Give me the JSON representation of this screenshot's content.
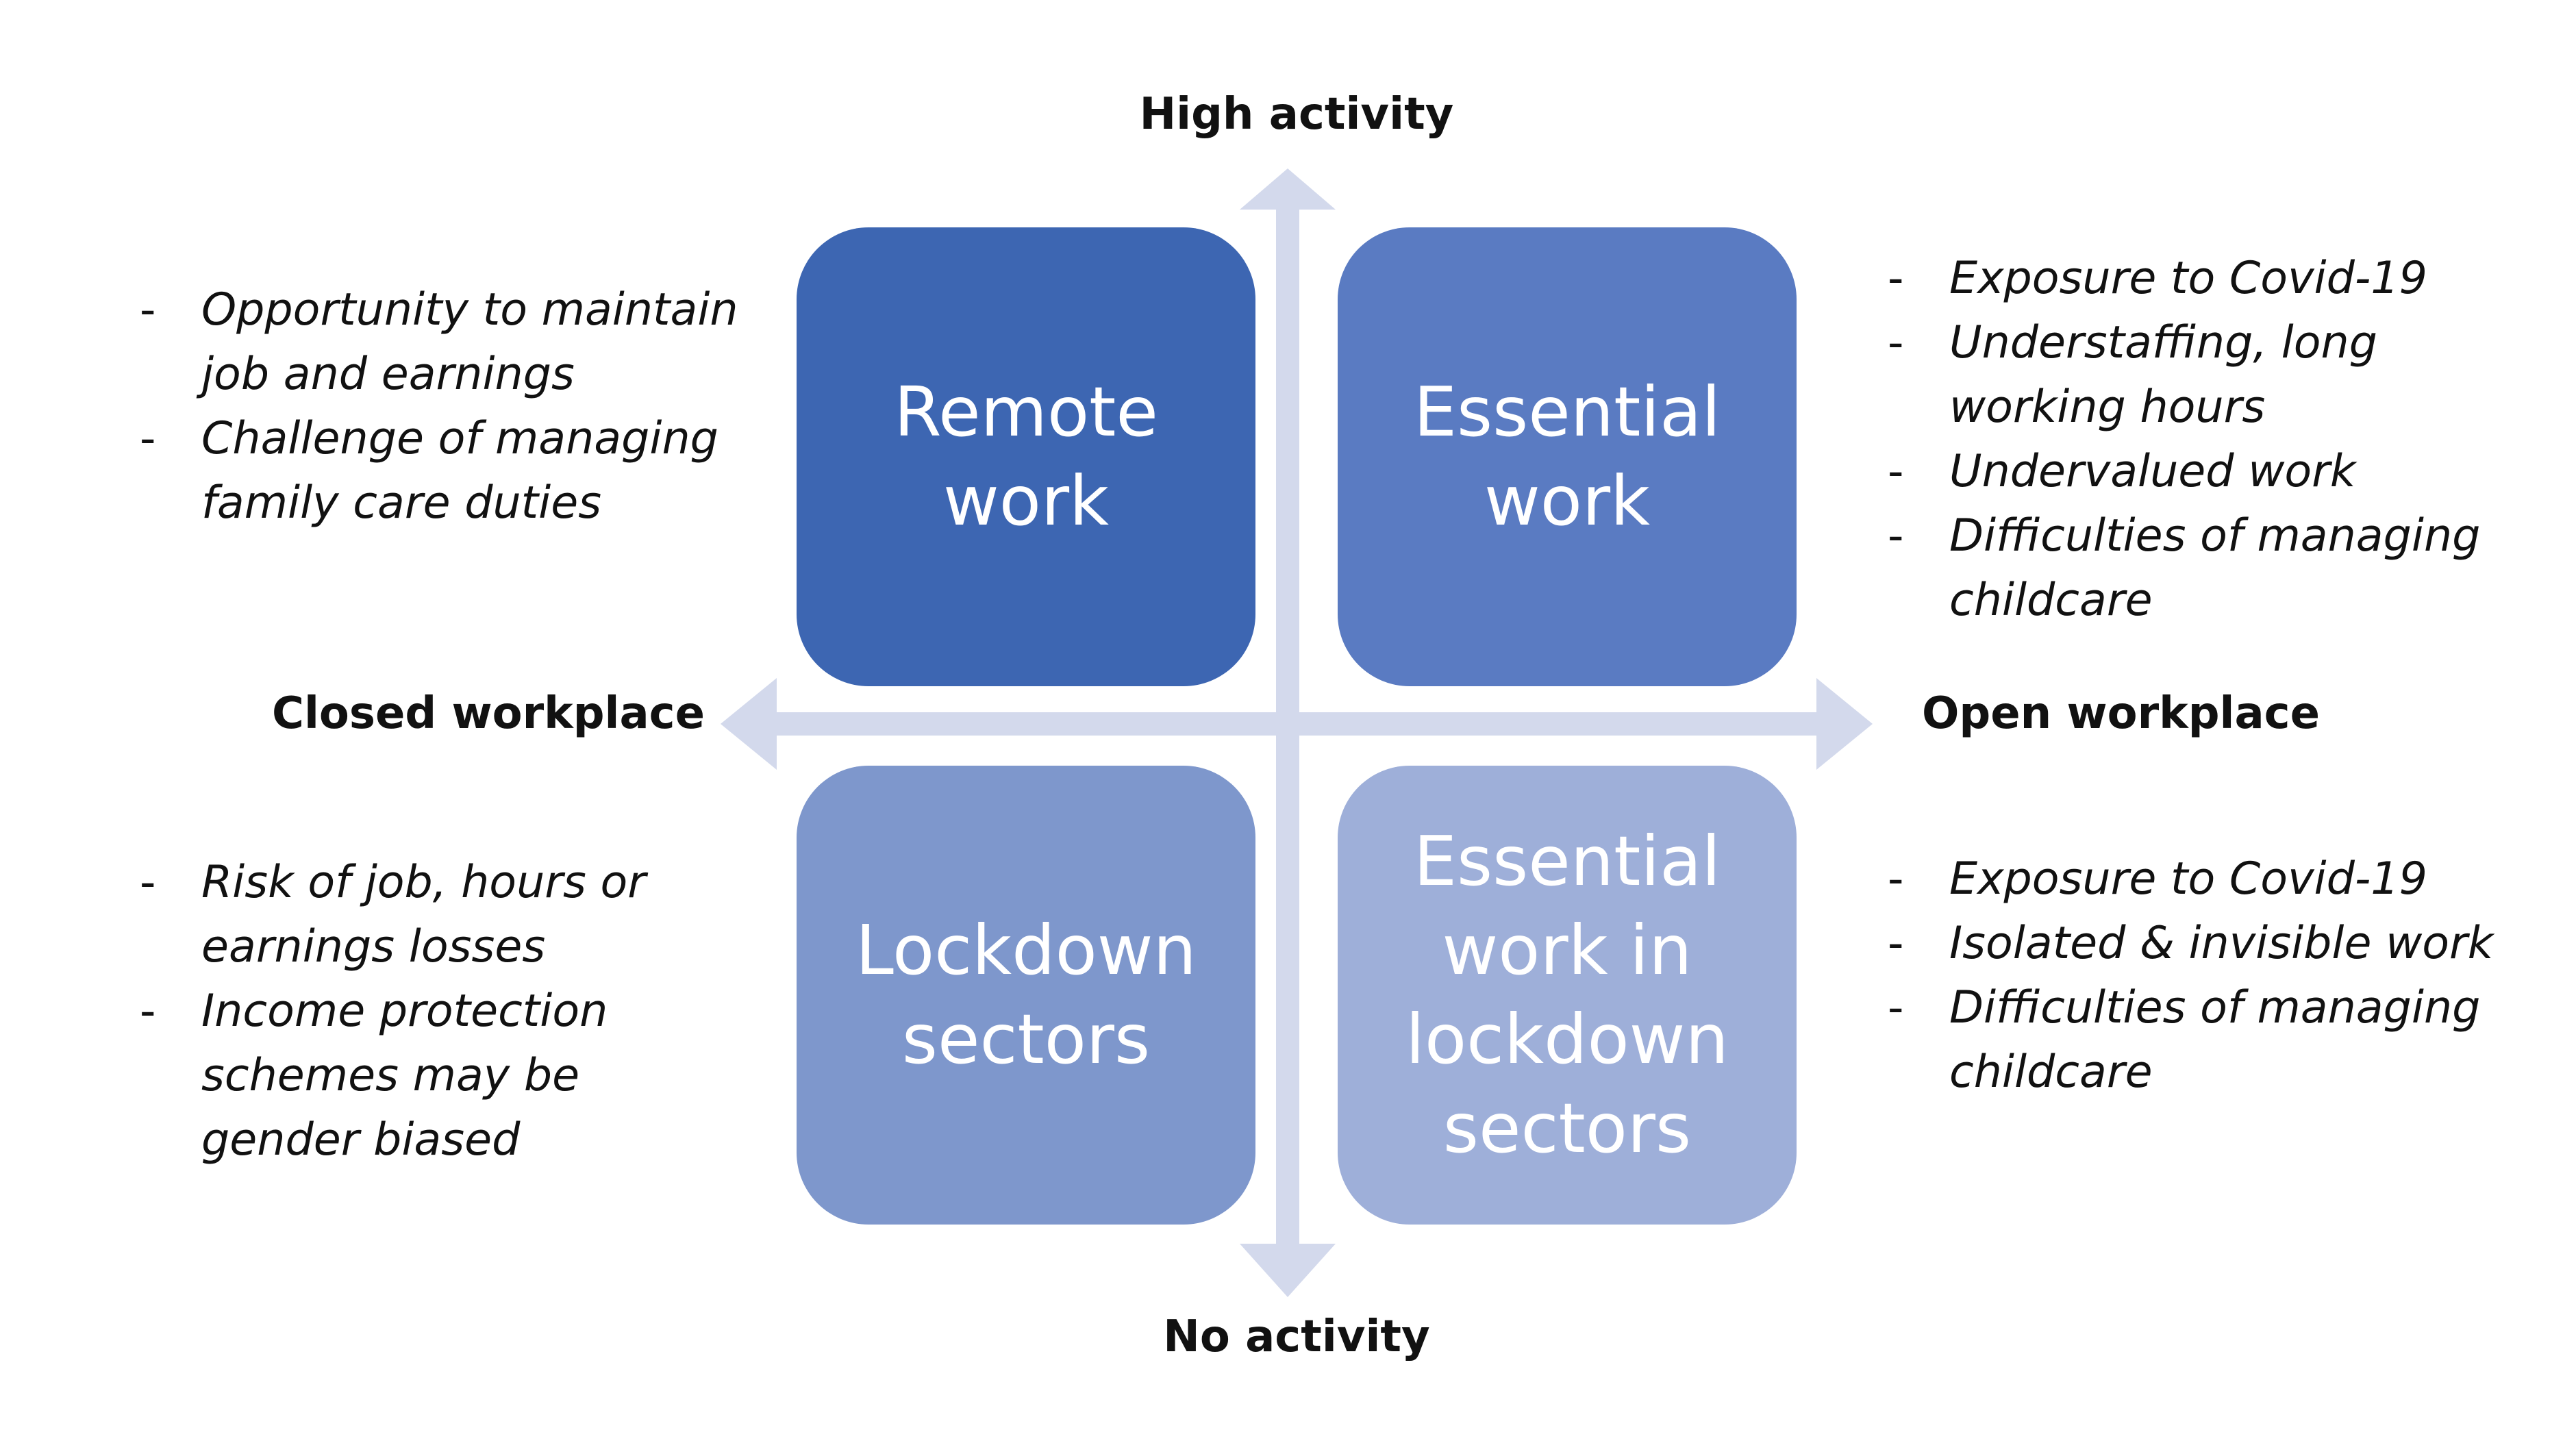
{
  "axes": {
    "top": "High activity",
    "bottom": "No activity",
    "left": "Closed workplace",
    "right": "Open workplace"
  },
  "quadrants": {
    "top_left": "Remote\nwork",
    "top_right": "Essential\nwork",
    "bottom_left": "Lockdown\nsectors",
    "bottom_right": "Essential\nwork in\nlockdown\nsectors"
  },
  "notes": {
    "top_left": [
      "Opportunity to maintain job and earnings",
      "Challenge of managing family care duties"
    ],
    "bottom_left": [
      "Risk of job, hours or earnings losses",
      "Income protection schemes may be gender biased"
    ],
    "top_right": [
      "Exposure to Covid-19",
      "Understaffing, long working hours",
      "Undervalued work",
      "Difficulties of managing childcare"
    ],
    "bottom_right": [
      "Exposure to Covid-19",
      "Isolated & invisible work",
      "Difficulties of managing childcare"
    ]
  },
  "colors": {
    "top_left": "#3d66b2",
    "top_right": "#5a7bc2",
    "bottom_left": "#7e97cc",
    "bottom_right": "#9eafd9",
    "axis": "#d3d9ec"
  }
}
